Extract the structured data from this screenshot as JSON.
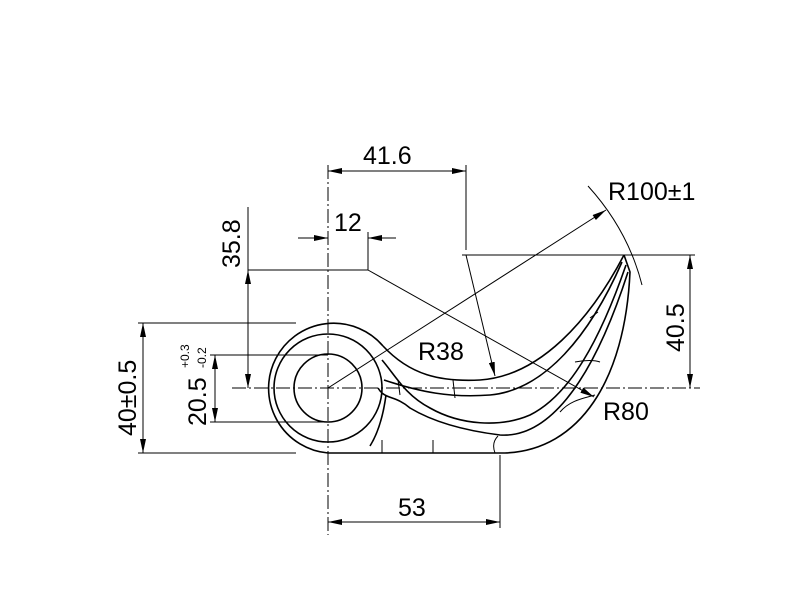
{
  "drawing": {
    "dimensions": {
      "width_41_6": "41.6",
      "width_12": "12",
      "height_35_8": "35.8",
      "radius_100": "R100±1",
      "radius_38": "R38",
      "radius_80": "R80",
      "height_40_5": "40.5",
      "height_40": "40±0.5",
      "bore_20_5": "20.5",
      "bore_tol_upper": "+0.3",
      "bore_tol_lower": "-0.2",
      "width_53": "53"
    }
  }
}
